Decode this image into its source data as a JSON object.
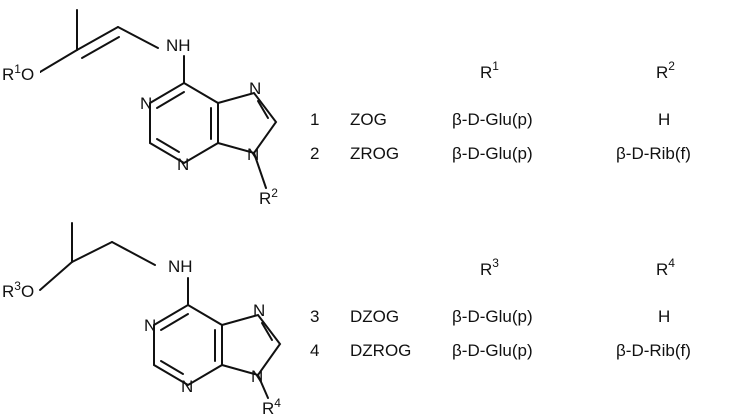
{
  "structure_top": {
    "substituent_label": "R",
    "substituent_index": "1",
    "amine_label": "NH",
    "ring_nitrogen": "N",
    "n9_substituent_label": "R",
    "n9_substituent_index": "2"
  },
  "structure_bottom": {
    "substituent_label": "R",
    "substituent_index": "3",
    "amine_label": "NH",
    "ring_nitrogen": "N",
    "n9_substituent_label": "R",
    "n9_substituent_index": "4"
  },
  "table_top": {
    "header_r1": {
      "label": "R",
      "index": "1"
    },
    "header_r2": {
      "label": "R",
      "index": "2"
    },
    "rows": [
      {
        "number": "1",
        "code": "ZOG",
        "r1": "β-D-Glu(p)",
        "r2": "H"
      },
      {
        "number": "2",
        "code": "ZROG",
        "r1": "β-D-Glu(p)",
        "r2": "β-D-Rib(f)"
      }
    ]
  },
  "table_bottom": {
    "header_r3": {
      "label": "R",
      "index": "3"
    },
    "header_r4": {
      "label": "R",
      "index": "4"
    },
    "rows": [
      {
        "number": "3",
        "code": "DZOG",
        "r1": "β-D-Glu(p)",
        "r2": "H"
      },
      {
        "number": "4",
        "code": "DZROG",
        "r1": "β-D-Glu(p)",
        "r2": "β-D-Rib(f)"
      }
    ]
  }
}
